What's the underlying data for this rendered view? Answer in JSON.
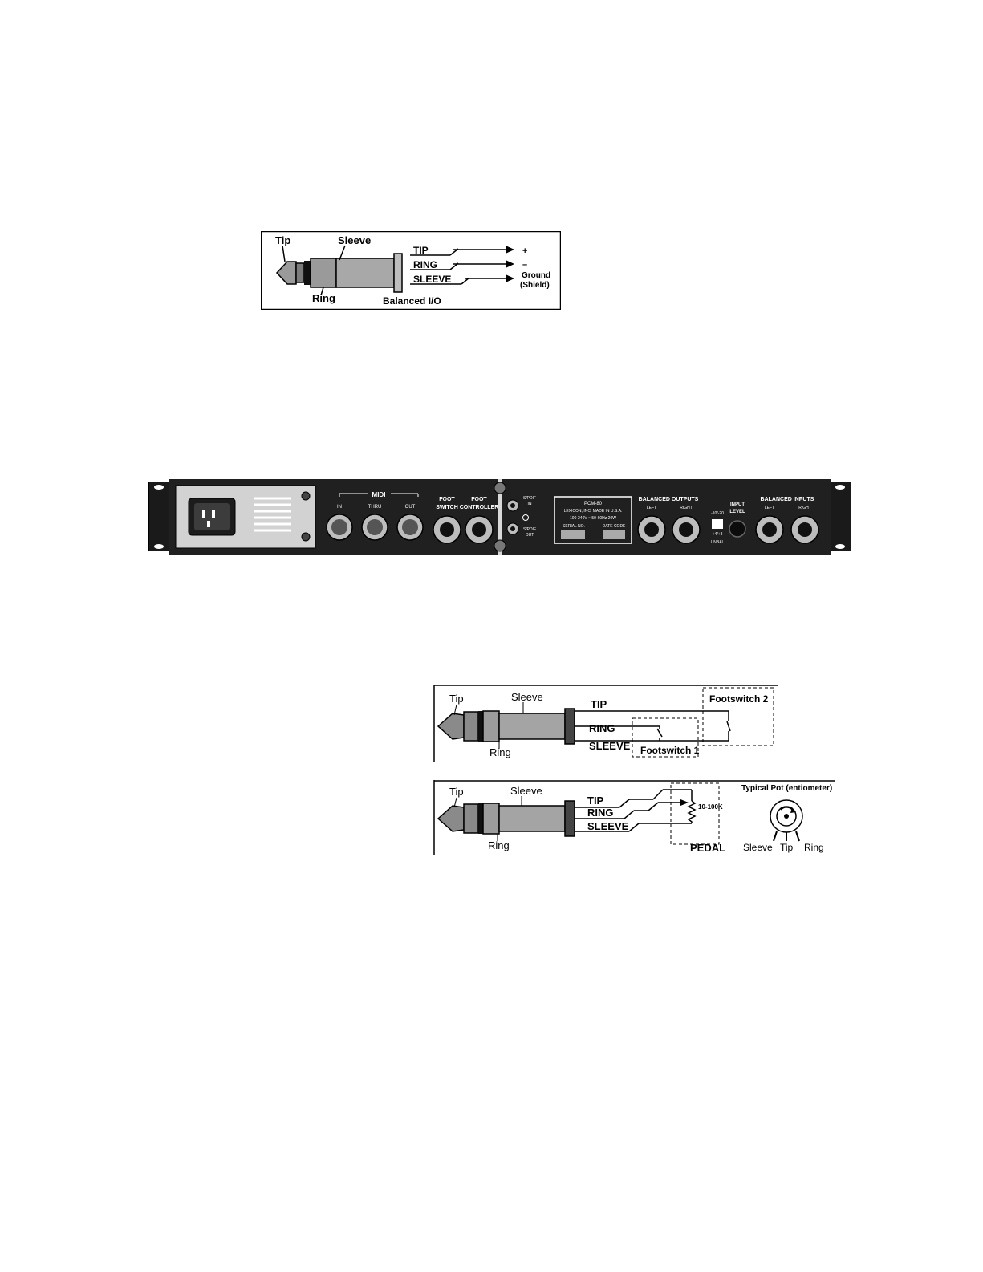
{
  "balanced_io": {
    "plug_labels": {
      "tip": "Tip",
      "sleeve": "Sleeve",
      "ring": "Ring"
    },
    "wires": [
      "TIP",
      "RING",
      "SLEEVE"
    ],
    "signals": {
      "plus": "+",
      "minus": "–",
      "ground": "Ground",
      "shield": "(Shield)"
    },
    "caption": "Balanced I/O"
  },
  "rear_panel": {
    "midi_label": "MIDI",
    "midi_ports": [
      "IN",
      "THRU",
      "OUT"
    ],
    "foot_switch": [
      "FOOT",
      "SWITCH"
    ],
    "foot_controller": [
      "FOOT",
      "CONTROLLER"
    ],
    "spdif_in": [
      "S/PDIF",
      "IN"
    ],
    "spdif_out": [
      "S/PDIF",
      "OUT"
    ],
    "info_plate": [
      "PCM-80",
      "LEXICON, INC.   MADE IN U.S.A.",
      "100-240V ~ 50-60Hz 20W"
    ],
    "serial_label": "SERIAL NO.",
    "date_label": "DATE CODE",
    "balanced_outputs": "BALANCED OUTPUTS",
    "input_level": [
      "INPUT",
      "LEVEL"
    ],
    "level_switch": [
      "-10/-20",
      "+4/+8",
      "UNBAL"
    ],
    "balanced_inputs": "BALANCED INPUTS",
    "left": "LEFT",
    "right": "RIGHT"
  },
  "footswitch_diagram": {
    "plug_labels": {
      "tip": "Tip",
      "sleeve": "Sleeve",
      "ring": "Ring"
    },
    "wires": [
      "TIP",
      "RING",
      "SLEEVE"
    ],
    "switch_1": "Footswitch 1",
    "switch_2": "Footswitch 2"
  },
  "pedal_diagram": {
    "plug_labels": {
      "tip": "Tip",
      "sleeve": "Sleeve",
      "ring": "Ring"
    },
    "wires": [
      "TIP",
      "RING",
      "SLEEVE"
    ],
    "resistance": "10-100K",
    "pedal_label": "PEDAL",
    "pot_title": "Typical Pot (entiometer)",
    "pot_pins": [
      "Sleeve",
      "Tip",
      "Ring"
    ]
  }
}
